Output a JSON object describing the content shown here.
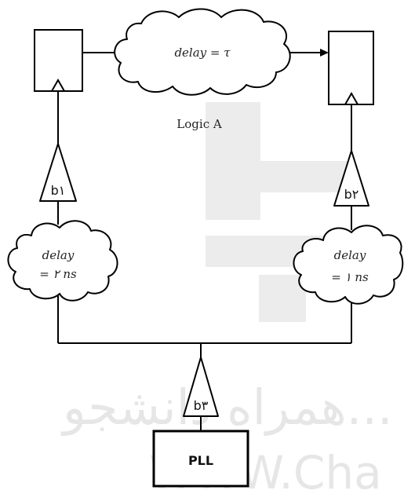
{
  "logic_label": "Logic A",
  "logic_delay": "delay = τ",
  "left_buffer": "b۱",
  "right_buffer": "b۲",
  "bottom_buffer": "b۳",
  "left_delay": {
    "line1": "delay",
    "line2": "= ۲ ns"
  },
  "right_delay": {
    "line1": "delay",
    "line2": "= ۱ ns"
  },
  "pll_label": "PLL",
  "watermark": {
    "persian": "همراه دانشجو...",
    "latin": "WWW.Cha"
  },
  "colors": {
    "stroke": "#000000",
    "watermark": "#e6e6e6"
  }
}
